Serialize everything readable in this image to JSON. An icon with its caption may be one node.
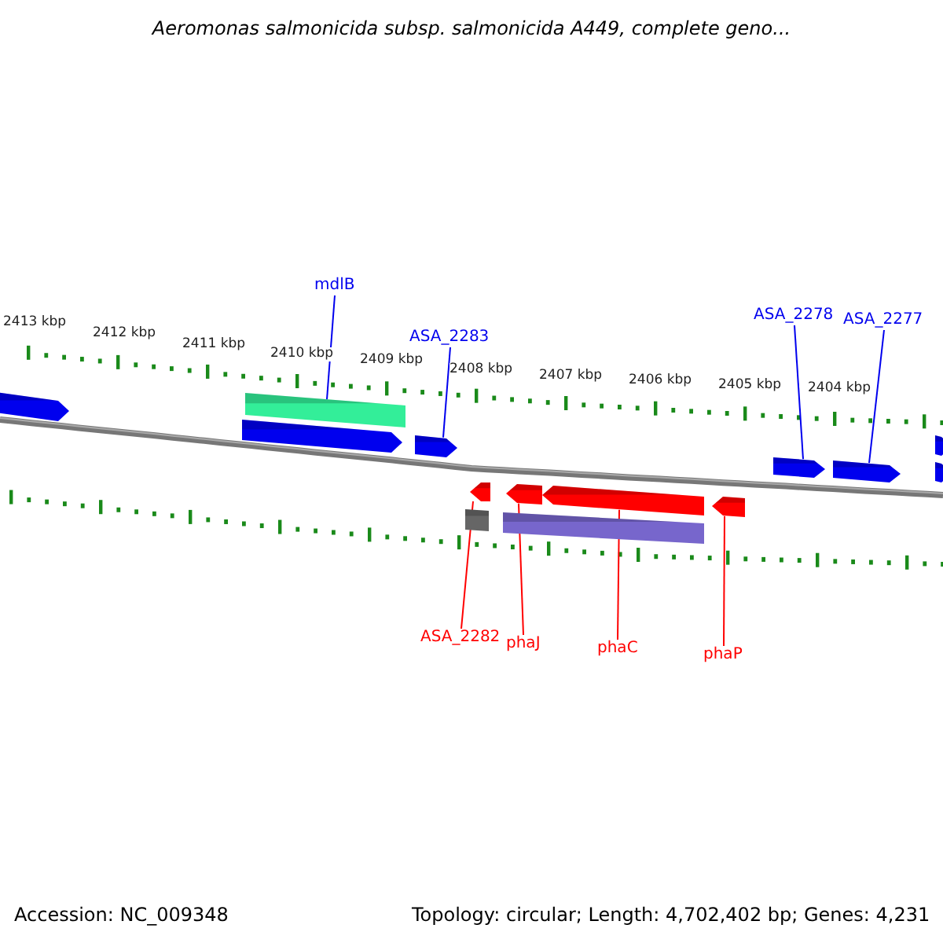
{
  "diagram": {
    "title": "Aeromonas salmonicida subsp. salmonicida A449, complete geno...",
    "nodes": [
      {
        "text": [
          "mdlB"
        ]
      },
      {
        "text": [
          "ASA_2283"
        ]
      },
      {
        "text": [
          "ASA_2278"
        ]
      },
      {
        "text": [
          "ASA_2277"
        ]
      },
      {
        "text": [
          "ASA_2282"
        ]
      },
      {
        "text": [
          "phaJ"
        ]
      },
      {
        "text": [
          "phaC"
        ]
      },
      {
        "text": [
          "phaP"
        ]
      },
      {
        "text": [],
        "shape": "pentagon"
      },
      {
        "text": [],
        "shape": "pentagon"
      },
      {
        "text": [],
        "shape": "bar"
      },
      {
        "text": [],
        "shape": "pentagon"
      },
      {
        "text": [],
        "shape": "bar"
      },
      {
        "text": [],
        "shape": "pentagon"
      },
      {
        "text": [],
        "shape": "bar"
      },
      {
        "text": [],
        "shape": "pentagon"
      },
      {
        "text": [],
        "shape": "pentagon"
      },
      {
        "text": [],
        "shape": "pentagon"
      },
      {
        "text": [],
        "shape": "pentagon"
      },
      {
        "text": [],
        "shape": "pentagon"
      },
      {
        "text": [],
        "shape": "pentagon"
      },
      {
        "text": [],
        "shape": "pentagon"
      }
    ],
    "edges": [
      {
        "from": 0,
        "to": 10,
        "arrow": "none"
      },
      {
        "from": 1,
        "to": 11,
        "arrow": "none"
      },
      {
        "from": 2,
        "to": 18,
        "arrow": "none"
      },
      {
        "from": 3,
        "to": 19,
        "arrow": "none"
      },
      {
        "from": 4,
        "to": 13,
        "arrow": "none",
        "color": "#ff0000"
      },
      {
        "from": 5,
        "to": 15,
        "arrow": "none",
        "color": "#ff0000"
      },
      {
        "from": 6,
        "to": 16,
        "arrow": "none",
        "color": "#ff0000"
      },
      {
        "from": 7,
        "to": 17,
        "arrow": "none",
        "color": "#ff0000"
      }
    ],
    "labels": [
      "2413 kbp",
      "2412 kbp",
      "2411 kbp",
      "2410 kbp",
      "2409 kbp",
      "2408 kbp",
      "2407 kbp",
      "2406 kbp",
      "2405 kbp",
      "2404 kbp",
      "Accession: NC_009348",
      "Topology: circular; Length: 4,702,402 bp; Genes: 4,231"
    ]
  }
}
